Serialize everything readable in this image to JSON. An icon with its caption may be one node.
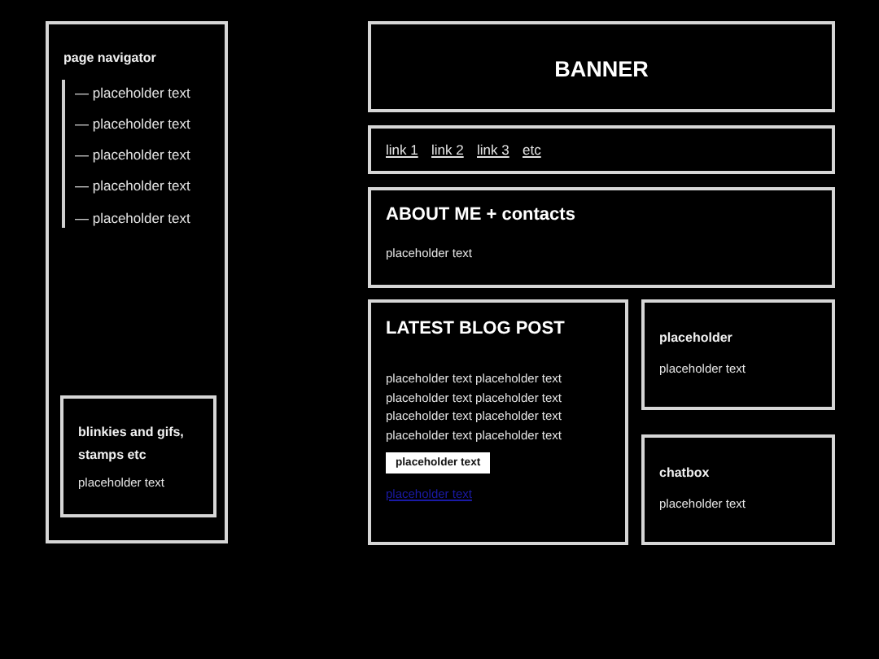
{
  "diagram": {
    "nodes": [
      {
        "text": [
          "page navigator",
          "— placeholder text",
          "— placeholder text",
          "— placeholder text",
          "— placeholder text",
          "— placeholder text"
        ]
      },
      {
        "text": [
          "blinkies and gifs, stamps etc",
          "placeholder text"
        ],
        "in": 0
      },
      {
        "text": [
          "BANNER"
        ]
      },
      {
        "text": [
          "link 1",
          "link 2",
          "link 3",
          "etc"
        ]
      },
      {
        "text": [
          "ABOUT ME + contacts",
          "placeholder text"
        ]
      },
      {
        "text": [
          "LATEST BLOG POST",
          "placeholder text placeholder text placeholder text placeholder text placeholder text placeholder text placeholder text placeholder text",
          "placeholder text",
          "placeholder text"
        ]
      },
      {
        "text": [
          "placeholder",
          "placeholder text"
        ]
      },
      {
        "text": [
          "chatbox",
          "placeholder text"
        ]
      }
    ]
  }
}
